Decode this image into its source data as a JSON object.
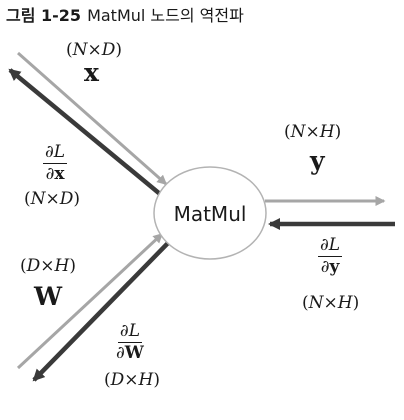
{
  "caption": {
    "figure_number": "그림 1-25",
    "title": "MatMul 노드의 역전파"
  },
  "node": {
    "label": "MatMul"
  },
  "inputs": {
    "x": {
      "shape_open": "(",
      "shape_a": "N",
      "shape_times": "×",
      "shape_b": "D",
      "shape_close": ")",
      "symbol": "x",
      "grad_num_d": "∂",
      "grad_num_var": "L",
      "grad_den_d": "∂",
      "grad_den_var": "x",
      "grad_shape_open": "(",
      "grad_shape_a": "N",
      "grad_shape_times": "×",
      "grad_shape_b": "D",
      "grad_shape_close": ")"
    },
    "W": {
      "shape_open": "(",
      "shape_a": "D",
      "shape_times": "×",
      "shape_b": "H",
      "shape_close": ")",
      "symbol": "W",
      "grad_num_d": "∂",
      "grad_num_var": "L",
      "grad_den_d": "∂",
      "grad_den_var": "W",
      "grad_shape_open": "(",
      "grad_shape_a": "D",
      "grad_shape_times": "×",
      "grad_shape_b": "H",
      "grad_shape_close": ")"
    }
  },
  "output": {
    "y": {
      "shape_open": "(",
      "shape_a": "N",
      "shape_times": "×",
      "shape_b": "H",
      "shape_close": ")",
      "symbol": "y",
      "grad_num_d": "∂",
      "grad_num_var": "L",
      "grad_den_d": "∂",
      "grad_den_var": "y",
      "grad_shape_open": "(",
      "grad_shape_a": "N",
      "grad_shape_times": "×",
      "grad_shape_b": "H",
      "grad_shape_close": ")"
    }
  },
  "colors": {
    "forward_arrow": "#a6a6a6",
    "backward_arrow": "#3a3a3a",
    "node_border": "#b3b3b3",
    "text": "#1a1a1a"
  }
}
